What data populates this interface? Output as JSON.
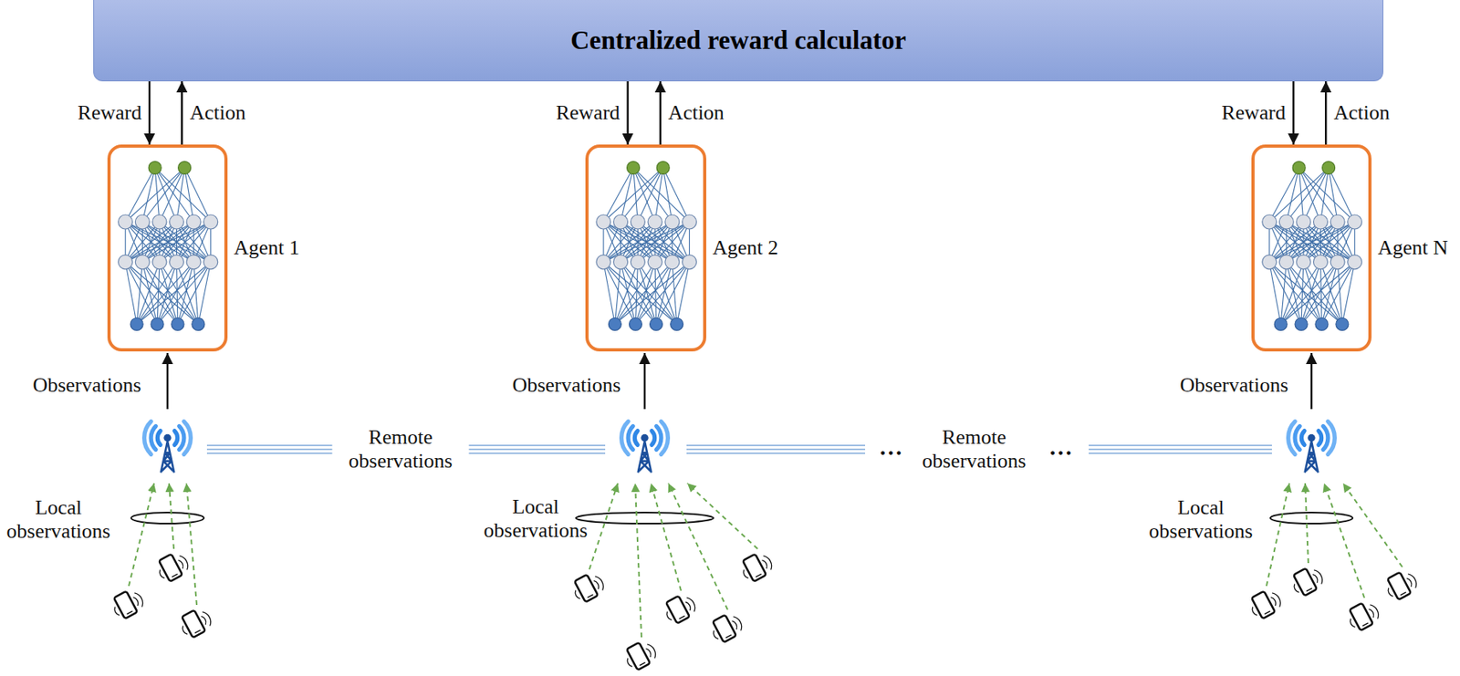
{
  "diagram": {
    "nodes": [
      {
        "text": [
          "Centralized reward calculator"
        ]
      },
      {
        "text": [
          "Agent 1"
        ]
      },
      {
        "text": [
          "Agent 2"
        ]
      },
      {
        "text": [
          "Agent N"
        ]
      }
    ],
    "edges": [
      {
        "from": 0,
        "to": 1,
        "label": "Reward",
        "arrow": "to"
      },
      {
        "from": 1,
        "to": 0,
        "label": "Action",
        "arrow": "to"
      },
      {
        "from": 0,
        "to": 2,
        "label": "Reward",
        "arrow": "to"
      },
      {
        "from": 2,
        "to": 0,
        "label": "Action",
        "arrow": "to"
      },
      {
        "from": 0,
        "to": 3,
        "label": "Reward",
        "arrow": "to"
      },
      {
        "from": 3,
        "to": 0,
        "label": "Action",
        "arrow": "to"
      }
    ],
    "labels": [
      "Observations",
      "Observations",
      "Observations",
      "Remote observations",
      "Remote observations",
      "Local observations",
      "Local observations",
      "Local observations",
      "…",
      "…"
    ]
  }
}
